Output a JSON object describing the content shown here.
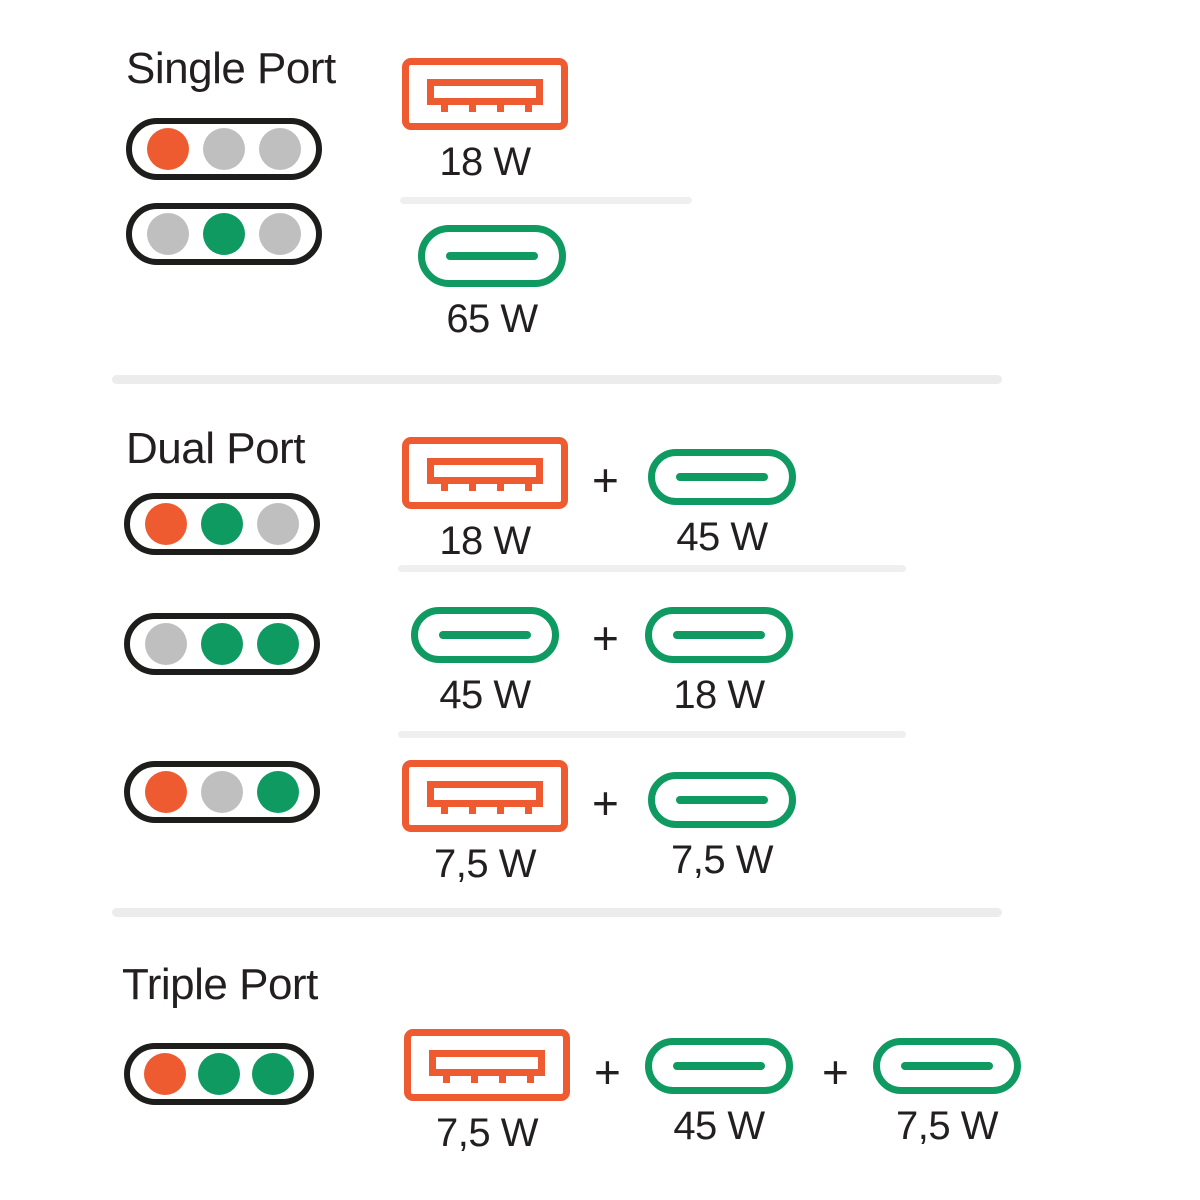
{
  "meta": {
    "colors": {
      "usb_a": "#ee5b31",
      "usb_c": "#0e9a60",
      "led_off": "#bfbfbf",
      "outline": "#1d1d1b",
      "rule": "#ececec",
      "text": "#231f20",
      "background": "#ffffff"
    },
    "plus_glyph": "+"
  },
  "chart_data": {
    "type": "table",
    "title": "USB charger port power output combinations",
    "sections": [
      {
        "name": "Single Port",
        "title": "Single Port",
        "rows": [
          {
            "leds": [
              "orange",
              "grey",
              "grey"
            ],
            "ports": [
              {
                "kind": "usb-a",
                "power": "18 W",
                "watts": 18
              }
            ]
          },
          {
            "leds": [
              "grey",
              "green",
              "grey"
            ],
            "ports": [
              {
                "kind": "usb-c",
                "power": "65 W",
                "watts": 65
              }
            ]
          }
        ]
      },
      {
        "name": "Dual Port",
        "title": "Dual Port",
        "rows": [
          {
            "leds": [
              "orange",
              "green",
              "grey"
            ],
            "ports": [
              {
                "kind": "usb-a",
                "power": "18 W",
                "watts": 18
              },
              {
                "kind": "usb-c",
                "power": "45 W",
                "watts": 45
              }
            ]
          },
          {
            "leds": [
              "grey",
              "green",
              "green"
            ],
            "ports": [
              {
                "kind": "usb-c",
                "power": "45 W",
                "watts": 45
              },
              {
                "kind": "usb-c",
                "power": "18 W",
                "watts": 18
              }
            ]
          },
          {
            "leds": [
              "orange",
              "grey",
              "green"
            ],
            "ports": [
              {
                "kind": "usb-a",
                "power": "7,5 W",
                "watts": 7.5
              },
              {
                "kind": "usb-c",
                "power": "7,5 W",
                "watts": 7.5
              }
            ]
          }
        ]
      },
      {
        "name": "Triple Port",
        "title": "Triple Port",
        "rows": [
          {
            "leds": [
              "orange",
              "green",
              "green"
            ],
            "ports": [
              {
                "kind": "usb-a",
                "power": "7,5 W",
                "watts": 7.5
              },
              {
                "kind": "usb-c",
                "power": "45 W",
                "watts": 45
              },
              {
                "kind": "usb-c",
                "power": "7,5 W",
                "watts": 7.5
              }
            ]
          }
        ]
      }
    ]
  }
}
